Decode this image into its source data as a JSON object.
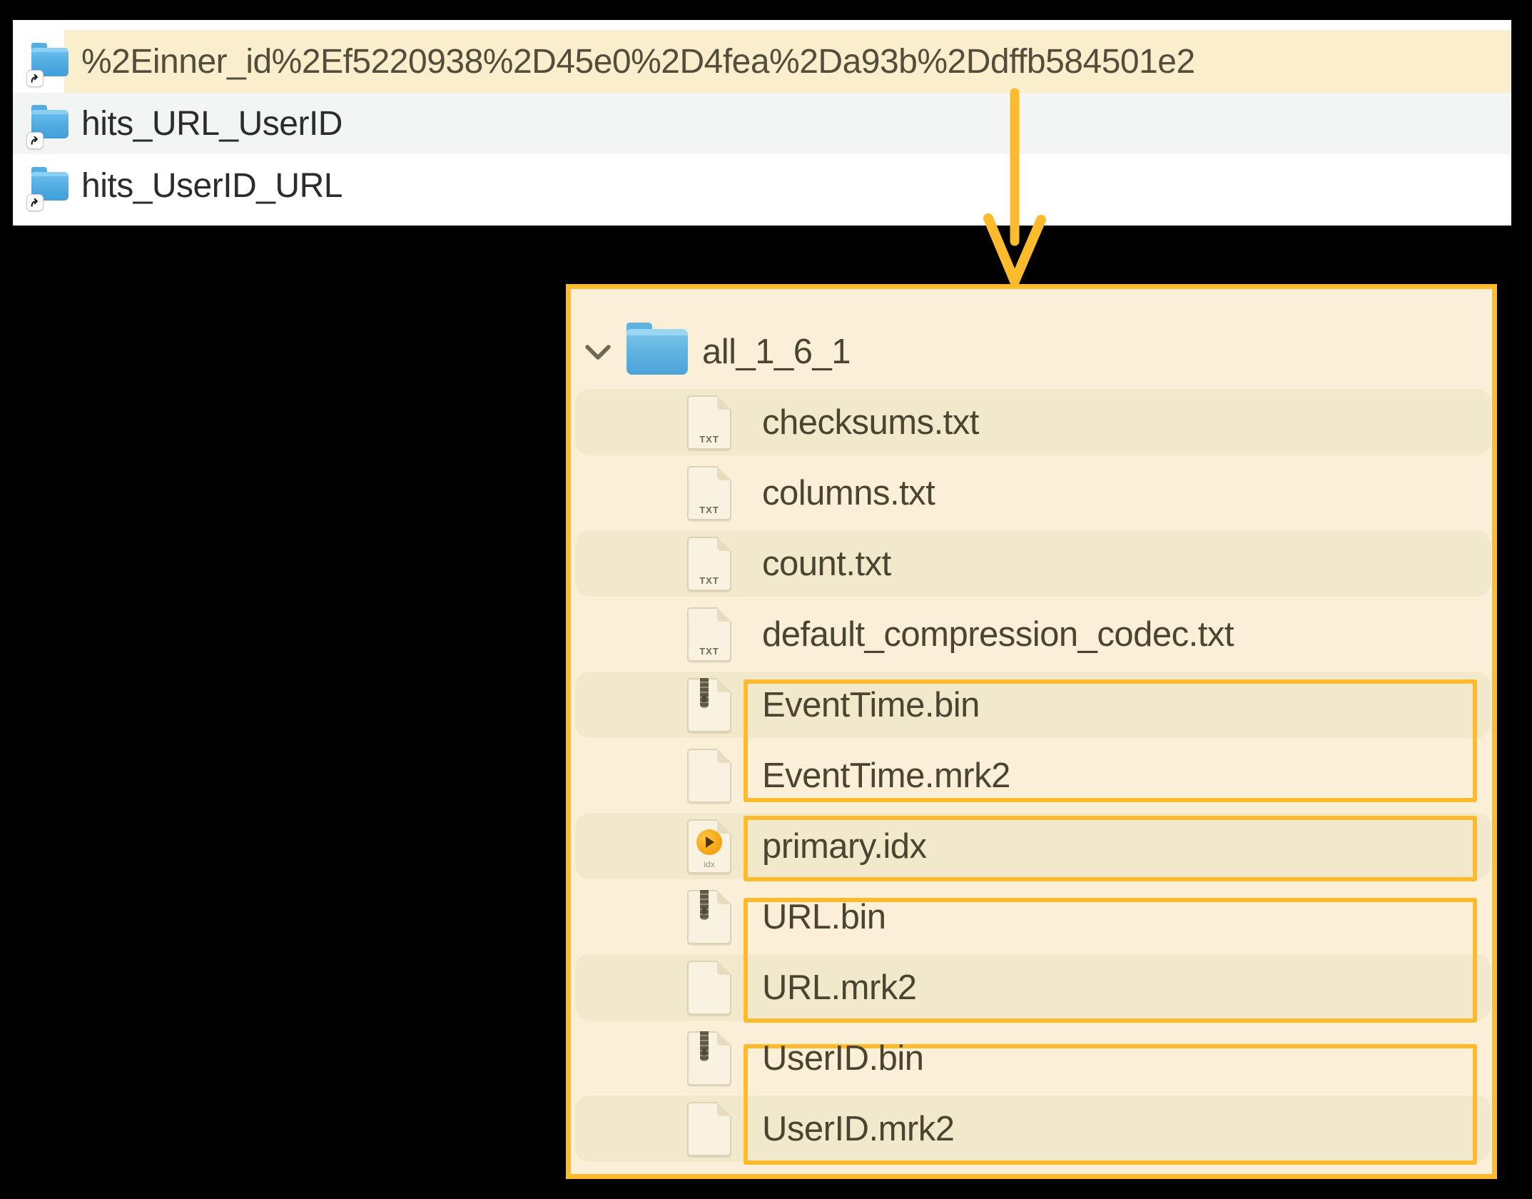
{
  "colors": {
    "accent_orange": "#FCBB2C",
    "highlight_row_cream": "#FBEECD",
    "detail_panel_bg": "#FBF0D7",
    "detail_row_band": "#F2E8CB",
    "finder_alt_row_gray": "#F3F5F4",
    "folder_blue": "#4FA8DC",
    "background": "#000000"
  },
  "finder_list": {
    "rows": [
      {
        "label": "%2Einner_id%2Ef5220938%2D45e0%2D4fea%2Da93b%2Ddffb584501e2",
        "icon": "folder-alias-icon",
        "highlighted": true
      },
      {
        "label": "hits_URL_UserID",
        "icon": "folder-alias-icon",
        "highlighted": false
      },
      {
        "label": "hits_UserID_URL",
        "icon": "folder-alias-icon",
        "highlighted": false
      }
    ]
  },
  "arrow": {
    "icon": "down-arrow-annotation",
    "from": "highlighted folder row",
    "to": "part directory panel"
  },
  "detail_panel": {
    "root_folder": {
      "label": "all_1_6_1",
      "icon": "folder-icon",
      "state": "expanded"
    },
    "badges": {
      "txt": "TXT",
      "idx": "idx"
    },
    "files": [
      {
        "name": "checksums.txt",
        "icon": "txt-file-icon",
        "shaded": true,
        "boxed": false
      },
      {
        "name": "columns.txt",
        "icon": "txt-file-icon",
        "shaded": false,
        "boxed": false
      },
      {
        "name": "count.txt",
        "icon": "txt-file-icon",
        "shaded": true,
        "boxed": false
      },
      {
        "name": "default_compression_codec.txt",
        "icon": "txt-file-icon",
        "shaded": false,
        "boxed": false
      },
      {
        "name": "EventTime.bin",
        "icon": "bin-file-icon",
        "shaded": true,
        "boxed": true
      },
      {
        "name": "EventTime.mrk2",
        "icon": "blank-file-icon",
        "shaded": false,
        "boxed": true
      },
      {
        "name": "primary.idx",
        "icon": "idx-file-icon",
        "shaded": true,
        "boxed": true
      },
      {
        "name": "URL.bin",
        "icon": "bin-file-icon",
        "shaded": false,
        "boxed": true
      },
      {
        "name": "URL.mrk2",
        "icon": "blank-file-icon",
        "shaded": true,
        "boxed": true
      },
      {
        "name": "UserID.bin",
        "icon": "bin-file-icon",
        "shaded": false,
        "boxed": true
      },
      {
        "name": "UserID.mrk2",
        "icon": "blank-file-icon",
        "shaded": true,
        "boxed": true
      }
    ],
    "annotation_groups": [
      {
        "files": [
          "EventTime.bin",
          "EventTime.mrk2"
        ]
      },
      {
        "files": [
          "primary.idx"
        ]
      },
      {
        "files": [
          "URL.bin",
          "URL.mrk2"
        ]
      },
      {
        "files": [
          "UserID.bin",
          "UserID.mrk2"
        ]
      }
    ]
  }
}
